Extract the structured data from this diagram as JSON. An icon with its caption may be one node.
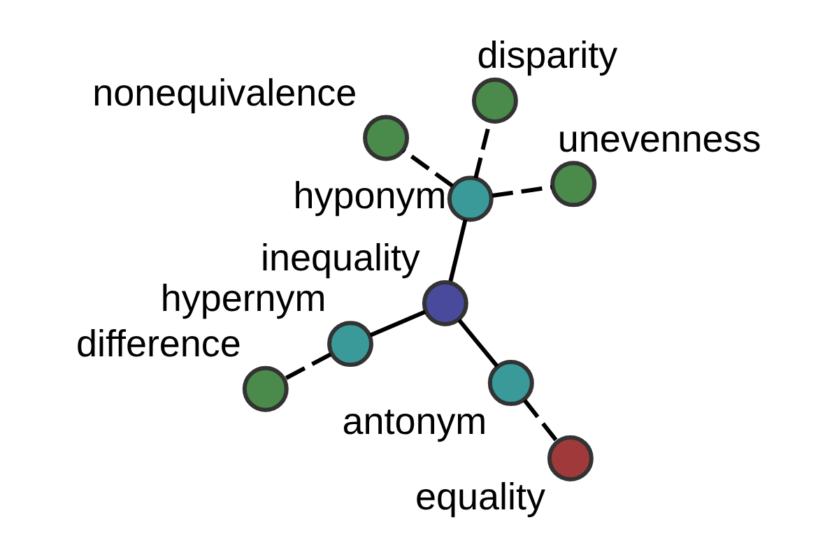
{
  "diagram": {
    "nodes": [
      {
        "text": [],
        "shape": "circle",
        "beside": [
          "inequality"
        ]
      },
      {
        "text": [],
        "shape": "circle",
        "beside": [
          "hyponym"
        ]
      },
      {
        "text": [],
        "shape": "circle",
        "beside": [
          "unevenness"
        ]
      },
      {
        "text": [],
        "shape": "circle",
        "beside": [
          "nonequivalence"
        ]
      },
      {
        "text": [],
        "shape": "circle",
        "beside": [
          "disparity"
        ]
      },
      {
        "text": [],
        "shape": "circle",
        "beside": [
          "antonym"
        ]
      },
      {
        "text": [],
        "shape": "circle",
        "beside": [
          "hypernym"
        ]
      },
      {
        "text": [],
        "shape": "circle",
        "beside": [
          "equality"
        ]
      },
      {
        "text": [],
        "shape": "circle",
        "beside": [
          "difference"
        ]
      }
    ],
    "edges": [
      {
        "from": 0,
        "to": 1,
        "arrow": "none"
      },
      {
        "from": 1,
        "to": 2,
        "arrow": "none",
        "style": "dashed"
      },
      {
        "from": 1,
        "to": 3,
        "arrow": "none",
        "style": "dashed"
      },
      {
        "from": 1,
        "to": 4,
        "arrow": "none",
        "style": "dashed"
      },
      {
        "from": 0,
        "to": 5,
        "arrow": "none"
      },
      {
        "from": 0,
        "to": 6,
        "arrow": "none"
      },
      {
        "from": 5,
        "to": 7,
        "arrow": "none",
        "style": "dashed"
      },
      {
        "from": 6,
        "to": 8,
        "arrow": "none",
        "style": "dashed"
      }
    ]
  }
}
